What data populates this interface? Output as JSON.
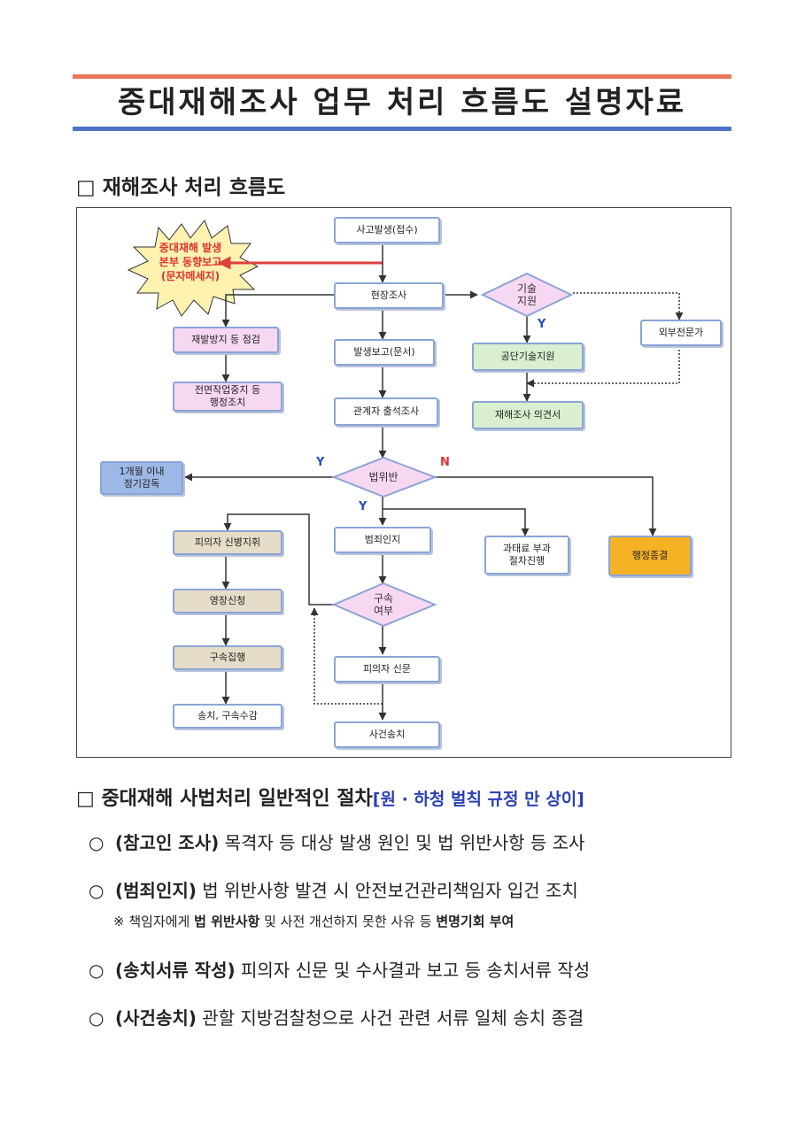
{
  "title": "중대재해조사 업무 처리 흐름도 설명자료",
  "section1": "□ 재해조사 처리 흐름도",
  "flow": {
    "burst": [
      "중대재해 발생",
      "본부 동향보고",
      "(문자메세지)"
    ],
    "occur": "사고발생(접수)",
    "site": "현장조사",
    "tech": [
      "기술",
      "지원"
    ],
    "external": "외부전문가",
    "kosha": "공단기술지원",
    "opinion": "재해조사 의견서",
    "prevent": "재발방지 등 점검",
    "halt": [
      "전면작업중지 등",
      "행정조치"
    ],
    "report": "발생보고(문서)",
    "summon": "관계자 출석조사",
    "violation": "법위반",
    "inspect": [
      "1개월 이내",
      "정기감독"
    ],
    "crime": "범죄인지",
    "fine": [
      "과태료 부과",
      "절차진행"
    ],
    "close": "행정종결",
    "command": "피의자 신병지휘",
    "warrant": "영장신청",
    "arrest_q": [
      "구속",
      "여부"
    ],
    "arrest": "구속집행",
    "interrogate": "피의자 신문",
    "send_custody": "송치, 구속수감",
    "send_case": "사건송치",
    "yes": "Y",
    "no": "N"
  },
  "section2": {
    "text": "□ 중대재해 사법처리 일반적인 절차",
    "note": "[원 · 하청 벌칙 규정 만 상이]"
  },
  "items": [
    {
      "bullet": "○",
      "head": "(참고인 조사)",
      "body": " 목격자 등 대상 발생 원인 및 법 위반사항 등 조사"
    },
    {
      "bullet": "○",
      "head": "(범죄인지)",
      "body": " 법 위반사항 발견 시 안전보건관리책임자 입건 조치"
    },
    {
      "bullet": "○",
      "head": "(송치서류 작성)",
      "body": " 피의자 신문 및 수사결과 보고 등 송치서류 작성"
    },
    {
      "bullet": "○",
      "head": "(사건송치)",
      "body": " 관할 지방검찰청으로 사건 관련 서류 일체 송치 종결"
    }
  ],
  "subnote": {
    "a": "※ 책임자에게 ",
    "b": "법 위반사항",
    "c": " 및 사전 개선하지 못한 사유 등 ",
    "d": "변명기회 부여"
  },
  "colors": {
    "top_bar": "#e8785a",
    "bottom_bar": "#4e74c8",
    "arrow_red": "#e04040",
    "note_blue": "#2a3fb3"
  }
}
